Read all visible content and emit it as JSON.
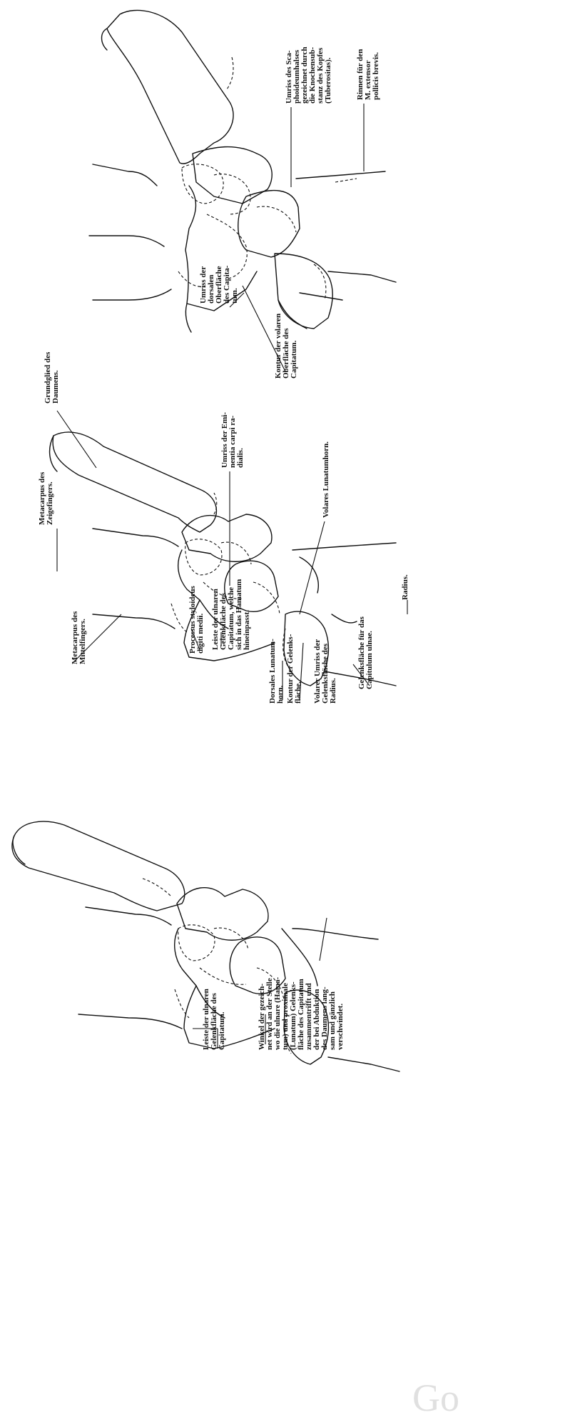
{
  "figures": {
    "top": {
      "labels": [
        {
          "id": "umriss-scaphoid",
          "lines": [
            "Umriss des Sca-",
            "phoideumhalses",
            "gezeichnet durch",
            "die Knochensub-",
            "stanz des Kopfes",
            "(Tuberositas)."
          ]
        },
        {
          "id": "rinnen",
          "lines": [
            "Rinnen für den",
            "M. extensor",
            "pollicis brevis."
          ]
        },
        {
          "id": "umriss-dorsalen",
          "lines": [
            "Umriss der",
            "dorsalen",
            "Oberfläche",
            "des Capita-",
            "tum."
          ]
        },
        {
          "id": "kontur-volaren",
          "lines": [
            "Kontur der volaren",
            "Oberfläche des",
            "Capitatum."
          ]
        }
      ]
    },
    "middle": {
      "labels": [
        {
          "id": "grundglied",
          "lines": [
            "Grundglied des",
            "Daumens."
          ]
        },
        {
          "id": "umriss-eminentia",
          "lines": [
            "Umriss der Emi-",
            "nentia carpi ra-",
            "dialis."
          ]
        },
        {
          "id": "metacarpus-zeig",
          "lines": [
            "Metacarpus des",
            "Zeigefingers."
          ]
        },
        {
          "id": "volares-lunatum",
          "lines": [
            "Volares Lunatumhorn."
          ]
        },
        {
          "id": "radius",
          "lines": [
            "Radius."
          ]
        },
        {
          "id": "metacarpus-mittel",
          "lines": [
            "Metacarpus des",
            "Mittelfingers."
          ]
        },
        {
          "id": "processus",
          "lines": [
            "Processus styloideus",
            "digiti medii."
          ]
        },
        {
          "id": "leiste-ulnar-mid",
          "lines": [
            "Leiste der ulnaren",
            "Gelenkfläche des",
            "Capitatum, welche",
            "sich in das Hamatum",
            "hineinpasst."
          ]
        },
        {
          "id": "dorsales-lunatum",
          "lines": [
            "Dorsales Lunatum-",
            "horn."
          ]
        },
        {
          "id": "kontur-gelenk",
          "lines": [
            "Kontur der Gelenks-",
            "fläche."
          ]
        },
        {
          "id": "volarer-umriss",
          "lines": [
            "Volarer Umriss der",
            "Gelenksfläche des",
            "Radius."
          ]
        },
        {
          "id": "gelenk-capitulum",
          "lines": [
            "Gelenksfläche für das",
            "Capitulum ulnae."
          ]
        }
      ]
    },
    "bottom": {
      "labels": [
        {
          "id": "leiste-ulnar-bot",
          "lines": [
            "Leiste der ulnaren",
            "Gelenkfläche des",
            "Capitatum."
          ]
        },
        {
          "id": "winkel",
          "lines": [
            "Winkel der gezeich-",
            "net wird an der Stelle",
            "wo die ulnare (Hama-",
            "tum) und proximale",
            "(Lunatum) Gelenks-",
            "fläche des Capitatum",
            "zusammentrifft und",
            "der bei Abduktion",
            "des Daumens lang-",
            "sam und gänzlich",
            "verschwindet."
          ]
        }
      ]
    }
  },
  "watermark": "Go"
}
